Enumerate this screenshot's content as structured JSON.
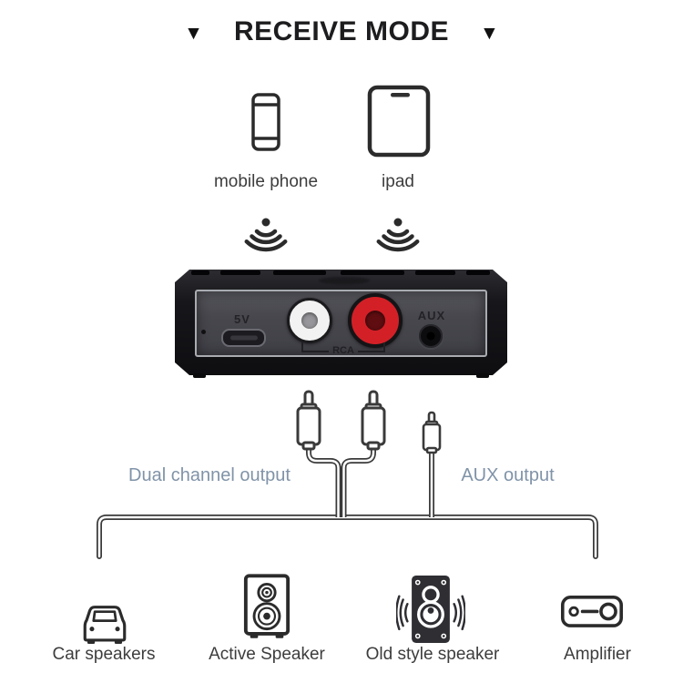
{
  "title": {
    "left_arrow": "▼",
    "text": "RECEIVE MODE",
    "right_arrow": "▼"
  },
  "sources": [
    {
      "id": "mobile-phone",
      "label": "mobile phone"
    },
    {
      "id": "ipad",
      "label": "ipad"
    }
  ],
  "receiver": {
    "power_port_label": "5V",
    "rca_group_label": "RCA",
    "aux_port_label": "AUX"
  },
  "outputs": {
    "dual_channel_label": "Dual channel output",
    "aux_output_label": "AUX output"
  },
  "sinks": [
    {
      "id": "car-speakers",
      "label": "Car speakers"
    },
    {
      "id": "active-speaker",
      "label": "Active Speaker"
    },
    {
      "id": "old-style-speaker",
      "label": "Old style speaker"
    },
    {
      "id": "amplifier",
      "label": "Amplifier"
    }
  ],
  "colors": {
    "title_dark": "#1d1d1f",
    "label_dark": "#3d3d3d",
    "output_label_blue": "#8093a8",
    "icon_stroke": "#2b2b2b",
    "cable_line": "#3a3a3a",
    "rca_red": "#d32027",
    "panel_gray": "#4b4b52",
    "device_black": "#17171b"
  }
}
